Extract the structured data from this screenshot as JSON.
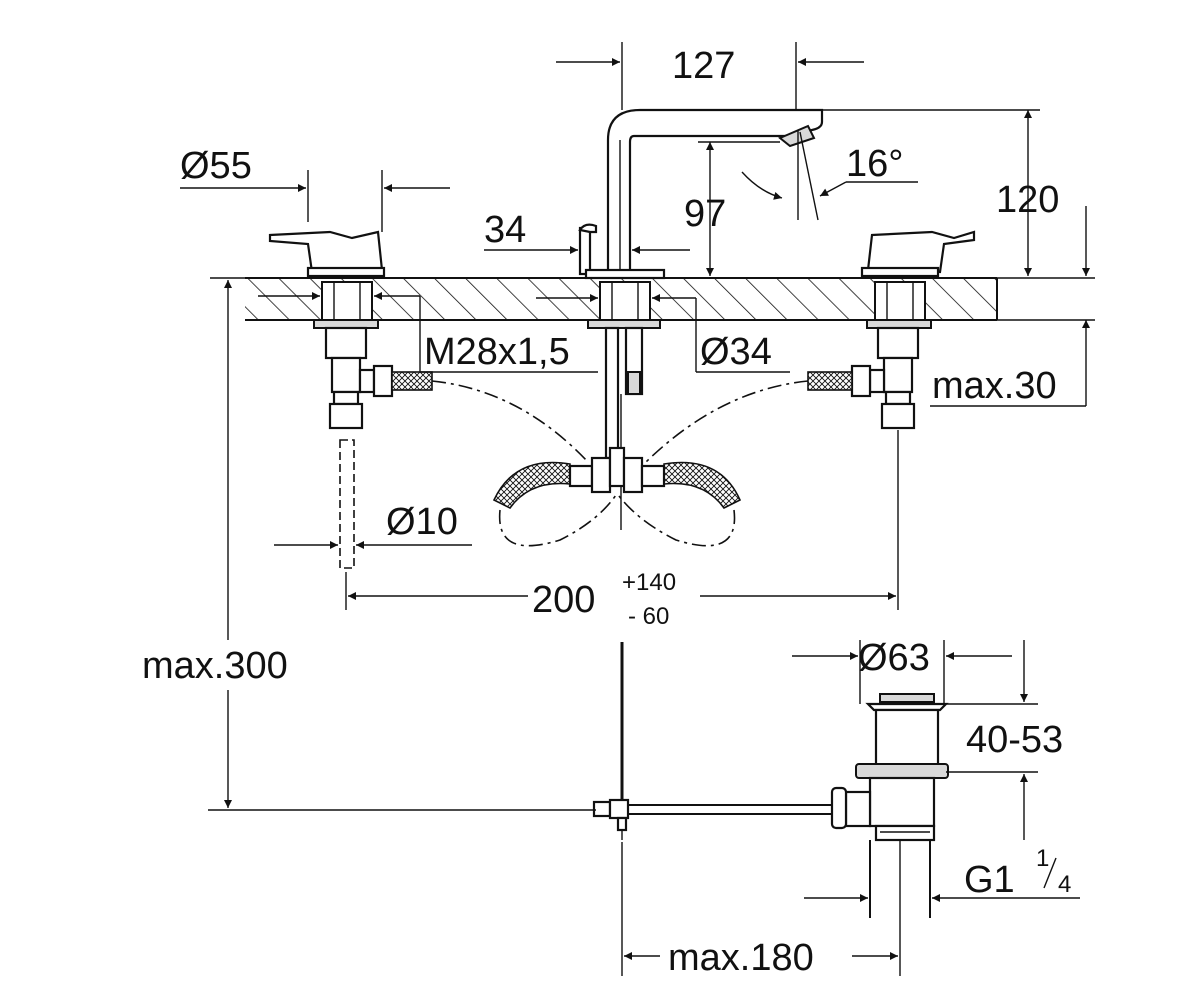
{
  "drawing": {
    "dimensions": {
      "spout_reach": "127",
      "handle_diameter": "Ø55",
      "spout_angle": "16°",
      "spout_height": "120",
      "outlet_height": "97",
      "lever_dim": "34",
      "thread": "M28x1,5",
      "shank_diameter": "Ø34",
      "max_deck_thickness": "max.30",
      "supply_diameter": "Ø10",
      "handle_spacing": "200",
      "spacing_plus": "+140",
      "spacing_minus": "- 60",
      "max_height_below_deck": "max.300",
      "drain_diameter": "Ø63",
      "drain_height": "40-53",
      "drain_thread_main": "G1",
      "drain_thread_num": "1",
      "drain_thread_den": "4",
      "rod_reach": "max.180"
    }
  }
}
